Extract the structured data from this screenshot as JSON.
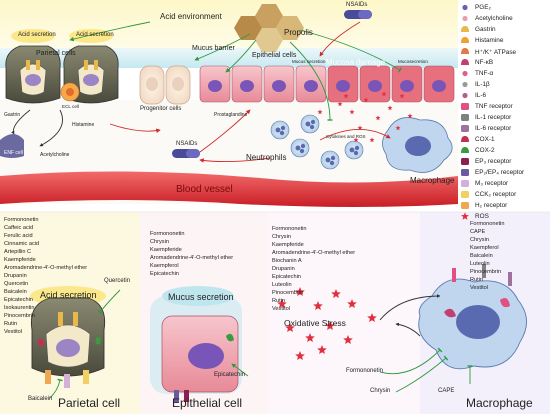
{
  "top": {
    "acid_environment": "Acid environment",
    "mucus_barrier": "Mucus barrier",
    "propolis": "Propolis",
    "nsaids_top": "NSAIDs",
    "nsaids_bottom": "NSAIDs",
    "epithelial_cells": "Epithelial cells",
    "mucosa_damage": "Mucosa damage",
    "parietal_cells": "Parietal cells",
    "acid_secretion_1": "Acid secretion",
    "acid_secretion_2": "Acid secretion",
    "mucus_secretion": "Mucus secretion",
    "mucosecretion": "Mucosecretion",
    "progenitor_cells": "Progenitor cells",
    "prostaglandins": "Prostaglandins",
    "ecl_cell": "ECL cell",
    "histamine": "Histamine",
    "gastrin": "Gastrin",
    "enf_cell": "ENF cell",
    "acetylcholine": "Acetylcholine",
    "neutrophils": "Neutrophils",
    "cytokines_ros": "Cytokines and ROS",
    "macrophage": "Macrophage",
    "blood_vessel": "Blood vessel"
  },
  "legend": [
    {
      "label": "PGE₂",
      "icon": "pge2-dot",
      "color": "#6a5fb0"
    },
    {
      "label": "Acetylcholine",
      "icon": "acetylcholine-dot",
      "color": "#e8a0b0"
    },
    {
      "label": "Gastrin",
      "icon": "gastrin-shape",
      "color": "#e8b84a"
    },
    {
      "label": "Histamine",
      "icon": "histamine-shape",
      "color": "#f0a030"
    },
    {
      "label": "H⁺/K⁺ ATPase",
      "icon": "atpase-shape",
      "color": "#e07a4a"
    },
    {
      "label": "NF-κB",
      "icon": "nfkb-shape",
      "color": "#c04070"
    },
    {
      "label": "TNF-α",
      "icon": "tnf-alpha-dot",
      "color": "#e06080"
    },
    {
      "label": "IL-1β",
      "icon": "il1b-dot",
      "color": "#9a9a9a"
    },
    {
      "label": "IL-6",
      "icon": "il6-dot",
      "color": "#b06090"
    },
    {
      "label": "TNF receptor",
      "icon": "tnf-receptor-shape",
      "color": "#e05080"
    },
    {
      "label": "IL-1 receptor",
      "icon": "il1-receptor-shape",
      "color": "#808080"
    },
    {
      "label": "IL-6 receptor",
      "icon": "il6-receptor-shape",
      "color": "#a070a0"
    },
    {
      "label": "COX-1",
      "icon": "cox1-shape",
      "color": "#c03050"
    },
    {
      "label": "COX-2",
      "icon": "cox2-shape",
      "color": "#3a9a40"
    },
    {
      "label": "EP₃ receptor",
      "icon": "ep3-receptor-shape",
      "color": "#8a2050"
    },
    {
      "label": "EP₂/EP₄ receptor",
      "icon": "ep2-ep4-receptor-shape",
      "color": "#6a5aa0"
    },
    {
      "label": "M₃ receptor",
      "icon": "m3-receptor-shape",
      "color": "#d4b0d8"
    },
    {
      "label": "CCK₂ receptor",
      "icon": "cck2-receptor-shape",
      "color": "#f0d060"
    },
    {
      "label": "H₂ receptor",
      "icon": "h2-receptor-shape",
      "color": "#f0a850"
    },
    {
      "label": "ROS",
      "icon": "ros-star",
      "color": "#e03040"
    }
  ],
  "bottom": {
    "parietal": {
      "compounds": [
        "Formononetin",
        "Caffeic acid",
        "Ferulic acid",
        "Cinnamic acid",
        "Artepillin C",
        "Kaempferide",
        "Aromadendrine-4′-O-methyl ether",
        "Drupanin",
        "Quercetin",
        "Baicalein",
        "Epicatechin",
        "Isokaurentin",
        "Pinocembrin",
        "Rutin",
        "Vestitol"
      ],
      "acid_secretion": "Acid secretion",
      "quercetin_label": "Quercetin",
      "baicalein_label": "Baicalein",
      "title": "Parietal cell"
    },
    "epithelial": {
      "compounds": [
        "Formononetin",
        "Chrysin",
        "Kaempferide",
        "Aromadendrine-4′-O-methyl ether",
        "Kaempferol",
        "Epicatechin"
      ],
      "mucus_secretion": "Mucus secretion",
      "epicatechin_label": "Epicatechin",
      "title": "Epithelial cell"
    },
    "oxidative": {
      "compounds": [
        "Formononetin",
        "Chrysin",
        "Kaempferide",
        "Aromadendrine-4′-O-methyl ether",
        "Biochanin A",
        "Drupanin",
        "Epicatechin",
        "Luteolin",
        "Pinocembrin",
        "Rutin",
        "Vestitol"
      ],
      "label": "Oxidative Stress"
    },
    "macrophage": {
      "compounds": [
        "Formononetin",
        "CAPE",
        "Chrysin",
        "Kaempferol",
        "Baicalein",
        "Luteolin",
        "Pinocembrin",
        "Rutin",
        "Vestitol"
      ],
      "formononetin_label": "Formononetin",
      "chrysin_label": "Chrysin",
      "cape_label": "CAPE",
      "title": "Macrophage"
    }
  }
}
